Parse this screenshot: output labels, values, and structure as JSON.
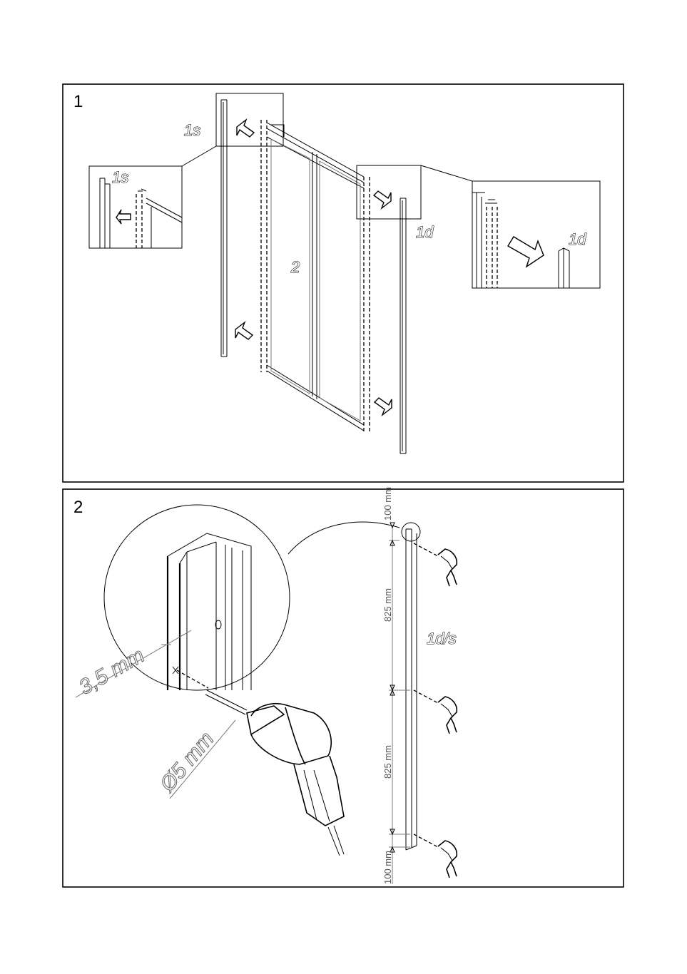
{
  "steps": [
    {
      "number": "1",
      "labels": {
        "left_profile": "1s",
        "left_zoom": "1s",
        "door": "2",
        "right_profile": "1d",
        "right_zoom": "1d"
      }
    },
    {
      "number": "2",
      "labels": {
        "profile": "1d/s",
        "offset": "3,5 mm",
        "drill_diameter": "Ø5 mm"
      },
      "dimensions": {
        "top": "100 mm",
        "upper_span": "825 mm",
        "lower_span": "825 mm",
        "bottom": "100 mm"
      }
    }
  ],
  "colors": {
    "line": "#000000",
    "background": "#ffffff",
    "frame_gray": "#777777"
  },
  "icons": [
    "arrow-icon",
    "drill-icon"
  ]
}
